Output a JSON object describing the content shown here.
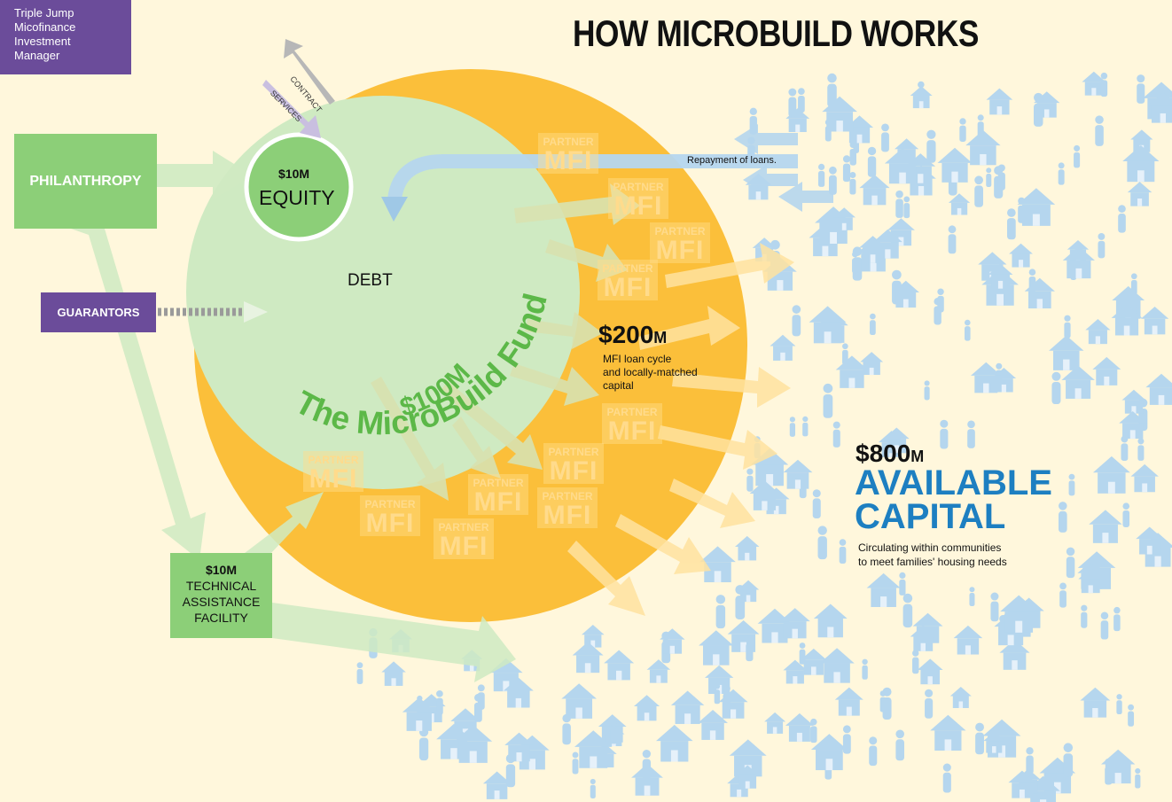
{
  "title": "HOW MICROBUILD WORKS",
  "triple_jump": [
    "Triple Jump",
    "Micofinance",
    "Investment",
    "Manager"
  ],
  "contract_label": "CONTRACT",
  "services_label": "SERVICES",
  "philanthropy": "PHILANTHROPY",
  "guarantors": "GUARANTORS",
  "equity": {
    "amount": "$10M",
    "label": "EQUITY"
  },
  "debt_label": "DEBT",
  "fund": {
    "amount": "$100M",
    "name": "The MicroBuild Fund"
  },
  "mfi_cycle": {
    "amount": "$200",
    "unit": "M",
    "description": [
      "MFI loan cycle",
      "and locally-matched",
      "capital"
    ]
  },
  "available_capital": {
    "amount": "$800",
    "unit": "M",
    "label": [
      "AVAILABLE",
      "CAPITAL"
    ],
    "description": [
      "Circulating within communities",
      "to meet families' housing needs"
    ]
  },
  "technical_assistance": {
    "amount": "$10M",
    "lines": [
      "TECHNICAL",
      "ASSISTANCE",
      "FACILITY"
    ]
  },
  "repayment_label": "Repayment of loans.",
  "partner_mfi": {
    "top": "PARTNER",
    "bottom": "MFI"
  },
  "colors": {
    "purple": "#6b4c9a",
    "green": "#8ccf78",
    "orange": "#fbbf3a",
    "light_green": "#cfeac2",
    "blue": "#1d7fc1",
    "house": "#b5d6ee"
  }
}
